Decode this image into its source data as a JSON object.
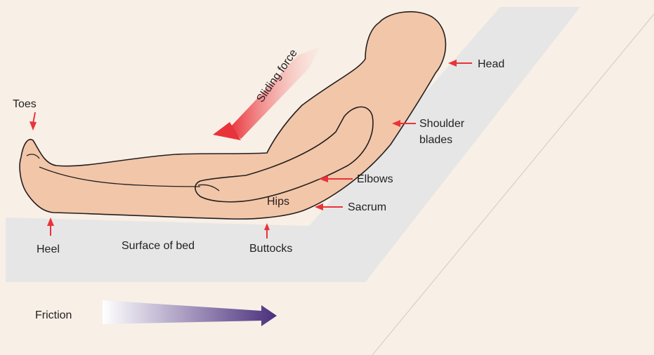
{
  "labels": {
    "toes": "Toes",
    "heel": "Heel",
    "surface_of_bed": "Surface of bed",
    "hips": "Hips",
    "buttocks": "Buttocks",
    "sacrum": "Sacrum",
    "elbows": "Elbows",
    "shoulder_line1": "Shoulder",
    "shoulder_line2": "blades",
    "head": "Head",
    "sliding_force": "Sliding force",
    "friction": "Friction"
  },
  "colors": {
    "background": "#f8efe6",
    "bed_surface": "#e6e6e6",
    "skin": "#f2c6a8",
    "outline": "#231f20",
    "pressure_arrow": "#e8333a",
    "sliding_force_gradient": [
      "#ffffff",
      "#e8333a"
    ],
    "friction_gradient": [
      "#ffffff",
      "#4a2f7d"
    ]
  }
}
